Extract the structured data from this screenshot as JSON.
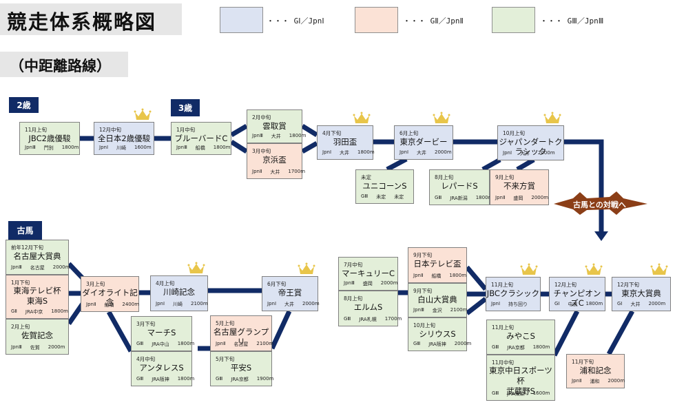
{
  "title": "競走体系概略図",
  "subtitle": "（中距離路線）",
  "legend": [
    {
      "grade": "GI/JpnI",
      "label": "・・・ GⅠ／JpnⅠ",
      "color": "#dce3f2"
    },
    {
      "grade": "GII/JpnII",
      "label": "・・・ GⅡ／JpnⅡ",
      "color": "#fbe2d6"
    },
    {
      "grade": "GIII/JpnIII",
      "label": "・・・ GⅢ／JpnⅢ",
      "color": "#e3efd9"
    }
  ],
  "colors": {
    "line": "#112b66",
    "badge": "#112b66",
    "banner": "#8b3e17",
    "crown": "#e8c54a"
  },
  "age_labels": {
    "two": "2歳",
    "three": "3歳",
    "older": "古馬"
  },
  "banner": "古馬との対戦へ",
  "races": {
    "jbc2": {
      "date": "11月上旬",
      "name": "JBC2歳優駿",
      "grade": "JpnⅢ",
      "venue": "門別",
      "distance": "1800m",
      "crown": false
    },
    "zennihon2": {
      "date": "12月中旬",
      "name": "全日本2歳優駿",
      "grade": "JpnⅠ",
      "venue": "川崎",
      "distance": "1600m",
      "crown": true
    },
    "bluebird": {
      "date": "1月中旬",
      "name": "ブルーバードC",
      "grade": "JpnⅢ",
      "venue": "船橋",
      "distance": "1800m",
      "crown": false
    },
    "unsui": {
      "date": "2月中旬",
      "name": "雲取賞",
      "grade": "JpnⅢ",
      "venue": "大井",
      "distance": "1800m",
      "crown": false
    },
    "keihin": {
      "date": "3月中旬",
      "name": "京浜盃",
      "grade": "JpnⅡ",
      "venue": "大井",
      "distance": "1700m",
      "crown": false
    },
    "haneda": {
      "date": "4月下旬",
      "name": "羽田盃",
      "grade": "JpnⅠ",
      "venue": "大井",
      "distance": "1800m",
      "crown": true
    },
    "tokyoderby": {
      "date": "6月上旬",
      "name": "東京ダービー",
      "grade": "JpnⅠ",
      "venue": "大井",
      "distance": "2000m",
      "crown": true
    },
    "unicorn": {
      "date": "未定",
      "name": "ユニコーンS",
      "grade": "GⅢ",
      "venue": "未定",
      "distance": "未定",
      "crown": false
    },
    "japandirt": {
      "date": "10月上旬",
      "name": "ジャパンダートクラシック",
      "grade": "JpnⅠ",
      "venue": "大井",
      "distance": "2000m",
      "crown": true
    },
    "leopard": {
      "date": "8月上旬",
      "name": "レパードS",
      "grade": "GⅢ",
      "venue": "JRA新潟",
      "distance": "1800m",
      "crown": false
    },
    "fukuraiho": {
      "date": "9月上旬",
      "name": "不来方賞",
      "grade": "JpnⅡ",
      "venue": "盛岡",
      "distance": "2000m",
      "crown": false
    },
    "nagoyadaishoten": {
      "date": "前年12月下旬",
      "name": "名古屋大賞典",
      "grade": "JpnⅢ",
      "venue": "名古屋",
      "distance": "2000m",
      "crown": false
    },
    "tokai": {
      "date": "1月下旬",
      "name": "東海テレビ杯\n東海S",
      "grade": "GⅡ",
      "venue": "JRA中京",
      "distance": "1800m",
      "crown": false
    },
    "saga": {
      "date": "2月上旬",
      "name": "佐賀記念",
      "grade": "JpnⅢ",
      "venue": "佐賀",
      "distance": "2000m",
      "crown": false
    },
    "diolite": {
      "date": "3月上旬",
      "name": "ダイオライト記念",
      "grade": "JpnⅡ",
      "venue": "船橋",
      "distance": "2400m",
      "crown": false
    },
    "kawasaki": {
      "date": "4月上旬",
      "name": "川崎記念",
      "grade": "JpnⅠ",
      "venue": "川崎",
      "distance": "2100m",
      "crown": true
    },
    "march": {
      "date": "3月下旬",
      "name": "マーチS",
      "grade": "GⅢ",
      "venue": "JRA中山",
      "distance": "1800m",
      "crown": false
    },
    "antares": {
      "date": "4月中旬",
      "name": "アンタレスS",
      "grade": "GⅢ",
      "venue": "JRA阪神",
      "distance": "1800m",
      "crown": false
    },
    "nagoyagp": {
      "date": "5月上旬",
      "name": "名古屋グランプリ",
      "grade": "JpnⅡ",
      "venue": "名古屋",
      "distance": "2100m",
      "crown": false
    },
    "heian": {
      "date": "5月下旬",
      "name": "平安S",
      "grade": "GⅢ",
      "venue": "JRA京都",
      "distance": "1900m",
      "crown": false
    },
    "teio": {
      "date": "6月下旬",
      "name": "帝王賞",
      "grade": "JpnⅠ",
      "venue": "大井",
      "distance": "2000m",
      "crown": true
    },
    "mercury": {
      "date": "7月中旬",
      "name": "マーキュリーC",
      "grade": "JpnⅢ",
      "venue": "盛岡",
      "distance": "2000m",
      "crown": false
    },
    "elm": {
      "date": "8月上旬",
      "name": "エルムS",
      "grade": "GⅢ",
      "venue": "JRA札幌",
      "distance": "1700m",
      "crown": false
    },
    "nihontv": {
      "date": "9月下旬",
      "name": "日本テレビ盃",
      "grade": "JpnⅡ",
      "venue": "船橋",
      "distance": "1800m",
      "crown": false
    },
    "hakusan": {
      "date": "9月下旬",
      "name": "白山大賞典",
      "grade": "JpnⅢ",
      "venue": "金沢",
      "distance": "2100m",
      "crown": false
    },
    "sirius": {
      "date": "10月上旬",
      "name": "シリウスS",
      "grade": "GⅢ",
      "venue": "JRA阪神",
      "distance": "2000m",
      "crown": false
    },
    "jbcclassic": {
      "date": "11月上旬",
      "name": "JBCクラシック",
      "grade": "JpnⅠ",
      "venue": "持ち回り",
      "distance": "",
      "crown": true
    },
    "champions": {
      "date": "12月上旬",
      "name": "チャンピオンズC",
      "grade": "GⅠ",
      "venue": "中京",
      "distance": "1800m",
      "crown": true
    },
    "tokyodaishoten": {
      "date": "12月下旬",
      "name": "東京大賞典",
      "grade": "GⅠ",
      "venue": "大井",
      "distance": "2000m",
      "crown": true
    },
    "miyako": {
      "date": "11月上旬",
      "name": "みやこS",
      "grade": "GⅢ",
      "venue": "JRA京都",
      "distance": "1800m",
      "crown": false
    },
    "musashino": {
      "date": "11月中旬",
      "name": "東京中日スポーツ杯\n武蔵野S",
      "grade": "GⅢ",
      "venue": "JRA東京",
      "distance": "1600m",
      "crown": false
    },
    "urawa": {
      "date": "11月下旬",
      "name": "浦和記念",
      "grade": "JpnⅡ",
      "venue": "浦和",
      "distance": "2000m",
      "crown": false
    }
  }
}
